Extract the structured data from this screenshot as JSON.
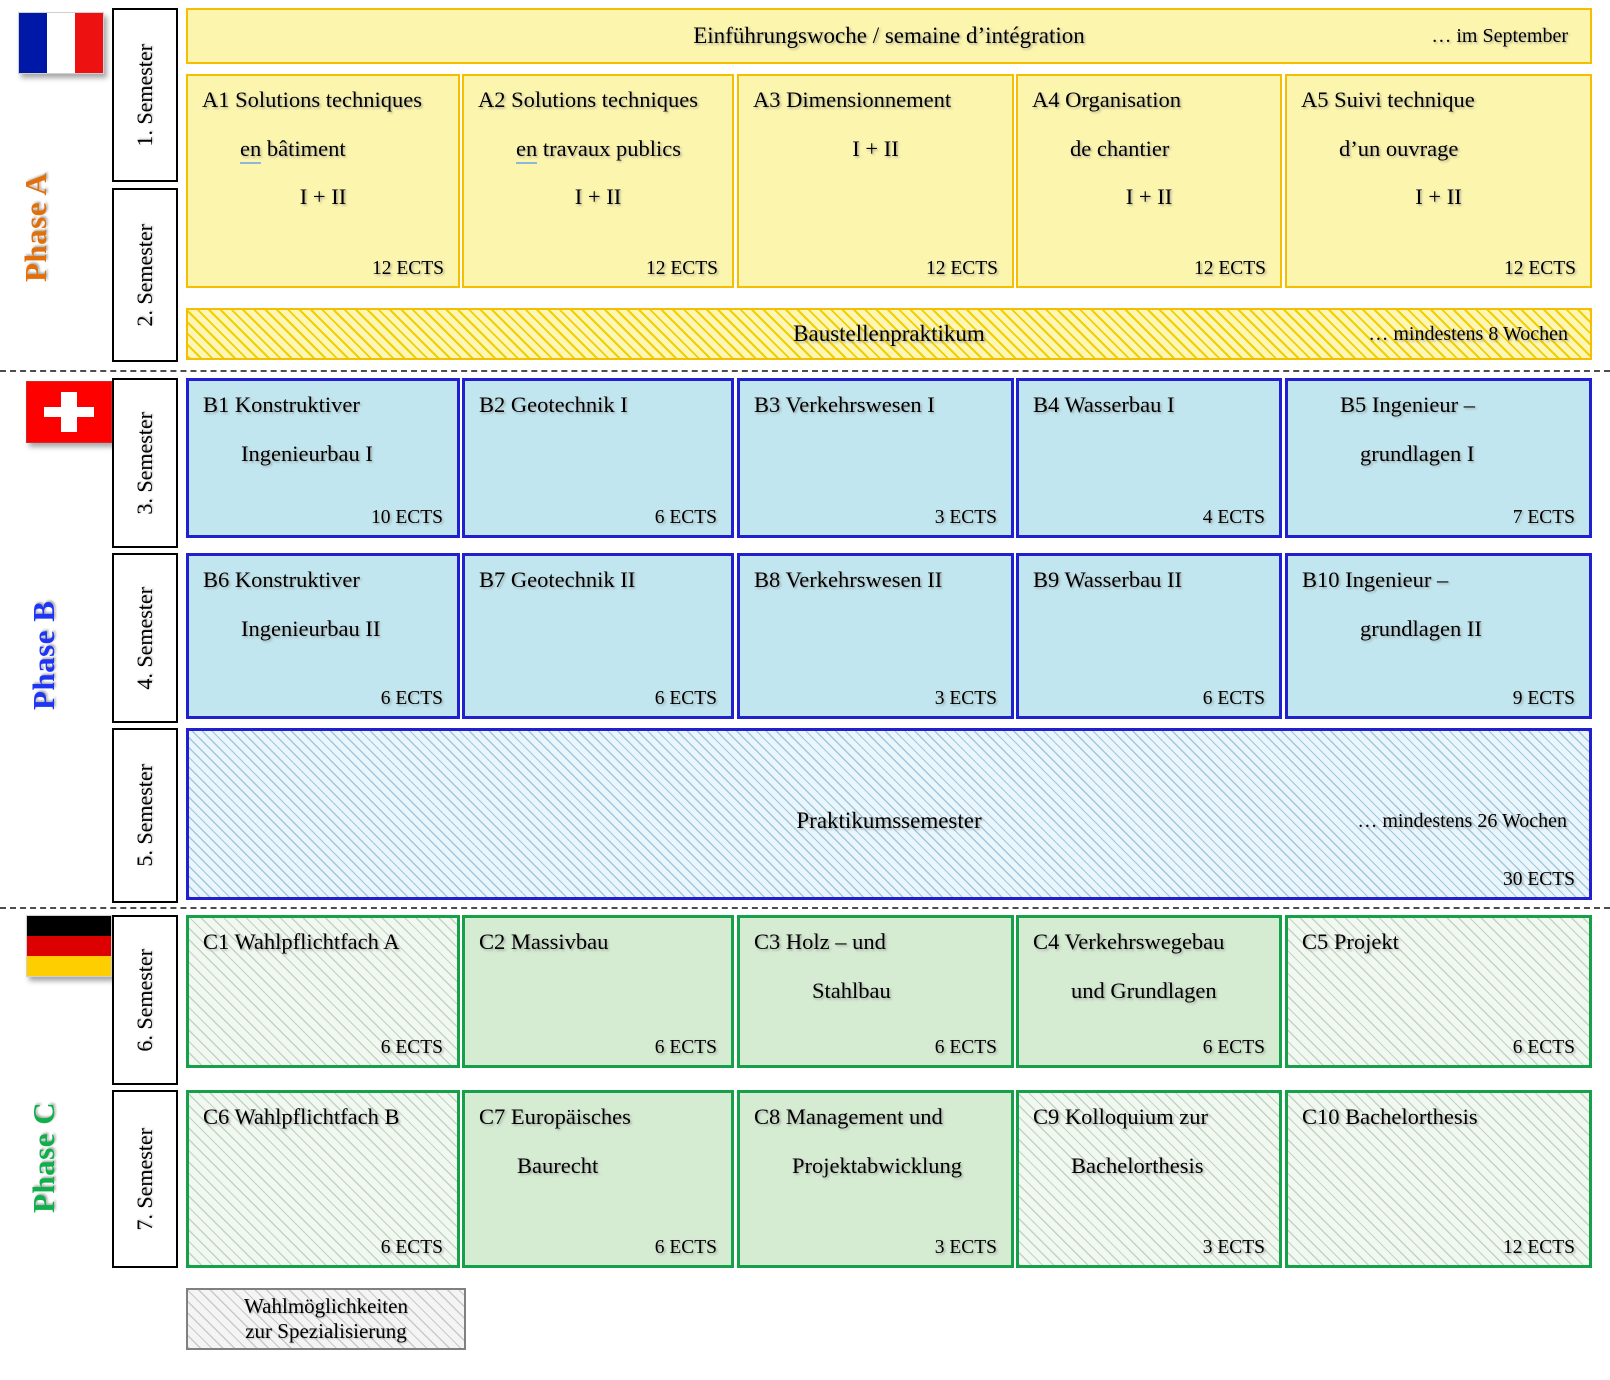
{
  "diagram": {
    "title": "Bachelor curriculum phase plan",
    "colors": {
      "phase_a": "#E2700A",
      "phase_b": "#1F35F5",
      "phase_c": "#0FAF4B",
      "yellow_fill": "#FCF5AE",
      "yellow_border": "#F5BE00",
      "blue_fill": "#C2E6EF",
      "blue_border": "#2020D0",
      "green_fill": "#D5EBD2",
      "green_border": "#17A04A"
    }
  },
  "phases": [
    {
      "label": "Phase A",
      "flag": "flag-france"
    },
    {
      "label": "Phase B",
      "flag": "flag-switzerland"
    },
    {
      "label": "Phase C",
      "flag": "flag-germany"
    }
  ],
  "semesters": [
    {
      "label": "1. Semester"
    },
    {
      "label": "2. Semester"
    },
    {
      "label": "3. Semester"
    },
    {
      "label": "4. Semester"
    },
    {
      "label": "5. Semester"
    },
    {
      "label": "6. Semester"
    },
    {
      "label": "7. Semester"
    }
  ],
  "bands": {
    "intro": {
      "caption": "Einführungswoche / semaine d’intégration",
      "note": "… im September"
    },
    "site_internship": {
      "caption": "Baustellenpraktikum",
      "note": "… mindestens 8 Wochen"
    },
    "practical_semester": {
      "caption": "Praktikumssemester",
      "note": "… mindestens 26 Wochen",
      "ects": "30 ECTS"
    }
  },
  "courses_a": [
    {
      "code": "A1",
      "l1": "Solutions techniques",
      "l2pre": "en",
      "l2": " bâtiment",
      "l3": "I + II",
      "ects": "12 ECTS"
    },
    {
      "code": "A2",
      "l1": "Solutions techniques",
      "l2pre": "en",
      "l2": " travaux publics",
      "l3": "I + II",
      "ects": "12 ECTS"
    },
    {
      "code": "A3",
      "l1": "Dimensionnement",
      "l2": "",
      "l3": "I + II",
      "ects": "12 ECTS"
    },
    {
      "code": "A4",
      "l1": "Organisation",
      "l2": "de chantier",
      "l3": "I + II",
      "ects": "12 ECTS"
    },
    {
      "code": "A5",
      "l1": "Suivi technique",
      "l2": "d’un ouvrage",
      "l3": "I + II",
      "ects": "12 ECTS"
    }
  ],
  "courses_b": [
    {
      "code": "B1",
      "l1": "Konstruktiver",
      "l2": "Ingenieurbau I",
      "ects": "10 ECTS"
    },
    {
      "code": "B2",
      "l1": "Geotechnik I",
      "l2": "",
      "ects": "6 ECTS"
    },
    {
      "code": "B3",
      "l1": "Verkehrswesen I",
      "l2": "",
      "ects": "3 ECTS"
    },
    {
      "code": "B4",
      "l1": "Wasserbau I",
      "l2": "",
      "ects": "4 ECTS"
    },
    {
      "code": "B5",
      "l1": " Ingenieur –",
      "l2": "grundlagen I",
      "ects": "7 ECTS"
    },
    {
      "code": "B6",
      "l1": "Konstruktiver",
      "l2": "Ingenieurbau II",
      "ects": "6 ECTS"
    },
    {
      "code": "B7",
      "l1": "Geotechnik II",
      "l2": "",
      "ects": "6 ECTS"
    },
    {
      "code": "B8",
      "l1": "Verkehrswesen II",
      "l2": "",
      "ects": "3 ECTS"
    },
    {
      "code": "B9",
      "l1": "Wasserbau II",
      "l2": "",
      "ects": "6 ECTS"
    },
    {
      "code": "B10",
      "l1": "Ingenieur –",
      "l2": "grundlagen II",
      "ects": "9 ECTS"
    }
  ],
  "courses_c": [
    {
      "code": "C1",
      "l1": "Wahlpflichtfach A",
      "l2": "",
      "ects": "6 ECTS",
      "optional": true
    },
    {
      "code": "C2",
      "l1": "Massivbau",
      "l2": "",
      "ects": "6 ECTS",
      "optional": false
    },
    {
      "code": "C3",
      "l1": "Holz – und",
      "l2": "Stahlbau",
      "ects": "6 ECTS",
      "optional": false
    },
    {
      "code": "C4",
      "l1": "Verkehrswegebau",
      "l2": "und Grundlagen",
      "ects": "6 ECTS",
      "optional": false
    },
    {
      "code": "C5",
      "l1": "Projekt",
      "l2": "",
      "ects": "6 ECTS",
      "optional": true
    },
    {
      "code": "C6",
      "l1": "Wahlpflichtfach B",
      "l2": "",
      "ects": "6 ECTS",
      "optional": true
    },
    {
      "code": "C7",
      "l1": "Europäisches",
      "l2": "Baurecht",
      "ects": "6 ECTS",
      "optional": false
    },
    {
      "code": "C8",
      "l1": "Management und",
      "l2": "Projektabwicklung",
      "ects": "3 ECTS",
      "optional": false
    },
    {
      "code": "C9",
      "l1": "Kolloquium zur",
      "l2": "Bachelorthesis",
      "ects": "3 ECTS",
      "optional": true
    },
    {
      "code": "C10",
      "l1": "Bachelorthesis",
      "l2": "",
      "ects": "12 ECTS",
      "optional": true
    }
  ],
  "legend": {
    "line1": "Wahlmöglichkeiten",
    "line2": "zur Spezialisierung"
  }
}
